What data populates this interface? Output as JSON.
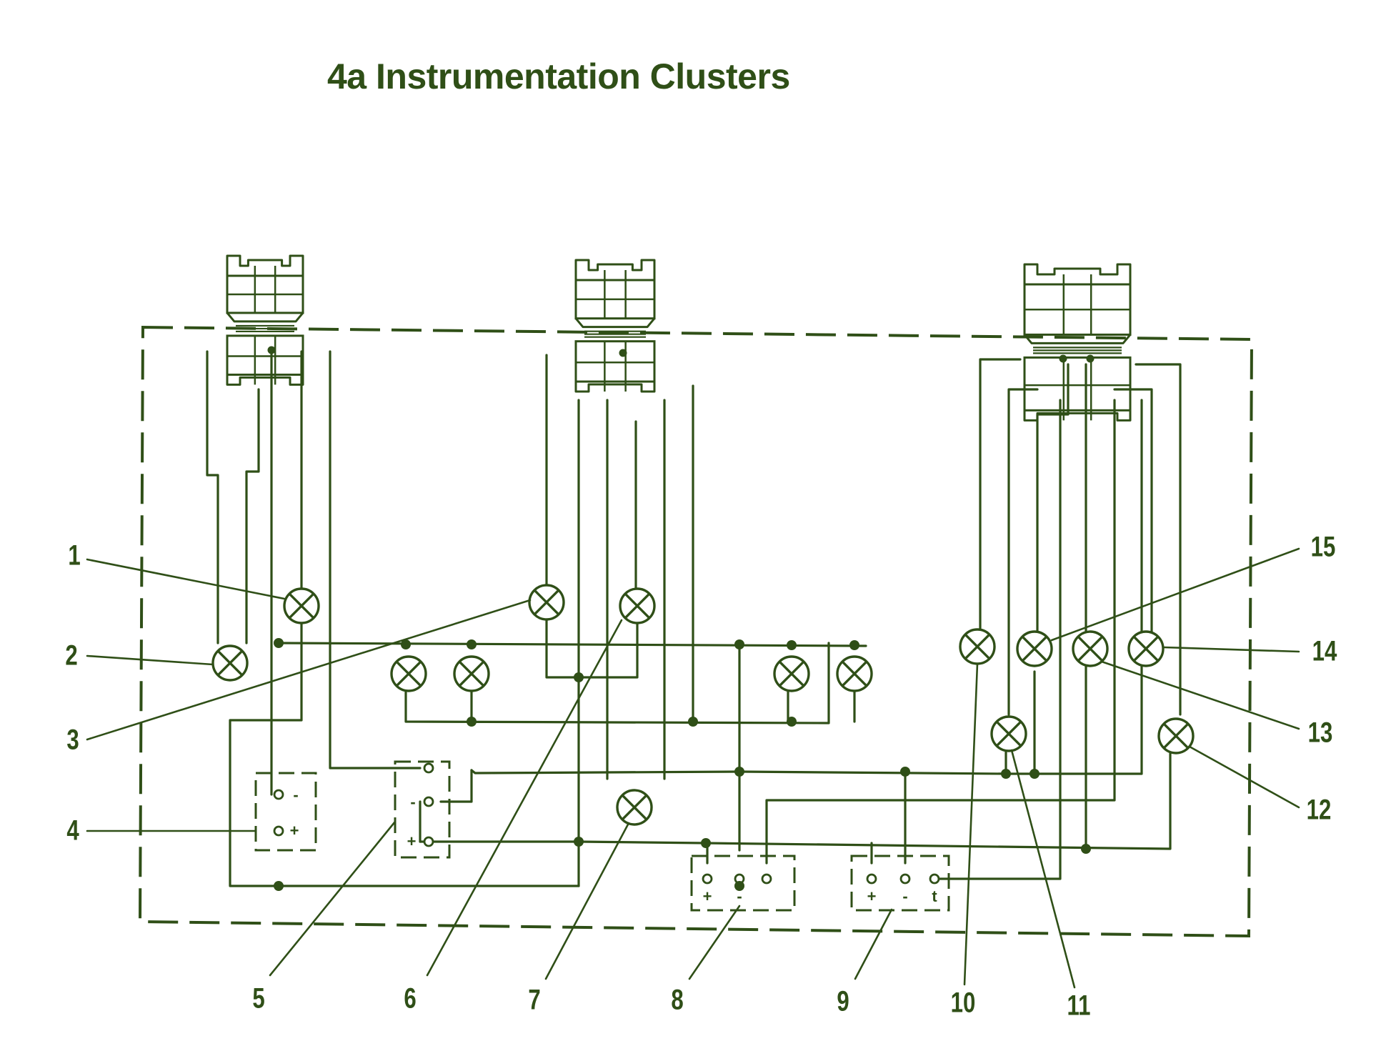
{
  "title": "4a  Instrumentation Clusters",
  "colors": {
    "ink": "#2f4f17",
    "background": "#ffffff"
  },
  "callouts": [
    "1",
    "2",
    "3",
    "4",
    "5",
    "6",
    "7",
    "8",
    "9",
    "10",
    "11",
    "12",
    "13",
    "14",
    "15"
  ],
  "terminal_labels": {
    "switch_4": [
      "-",
      "+"
    ],
    "switch_5": [
      "-",
      "+"
    ],
    "block_8": [
      "+",
      "-"
    ],
    "block_9": [
      "+",
      "-",
      "t"
    ]
  },
  "icons": {
    "bulb": "bulb-icon",
    "connector": "instrument-connector-icon"
  }
}
